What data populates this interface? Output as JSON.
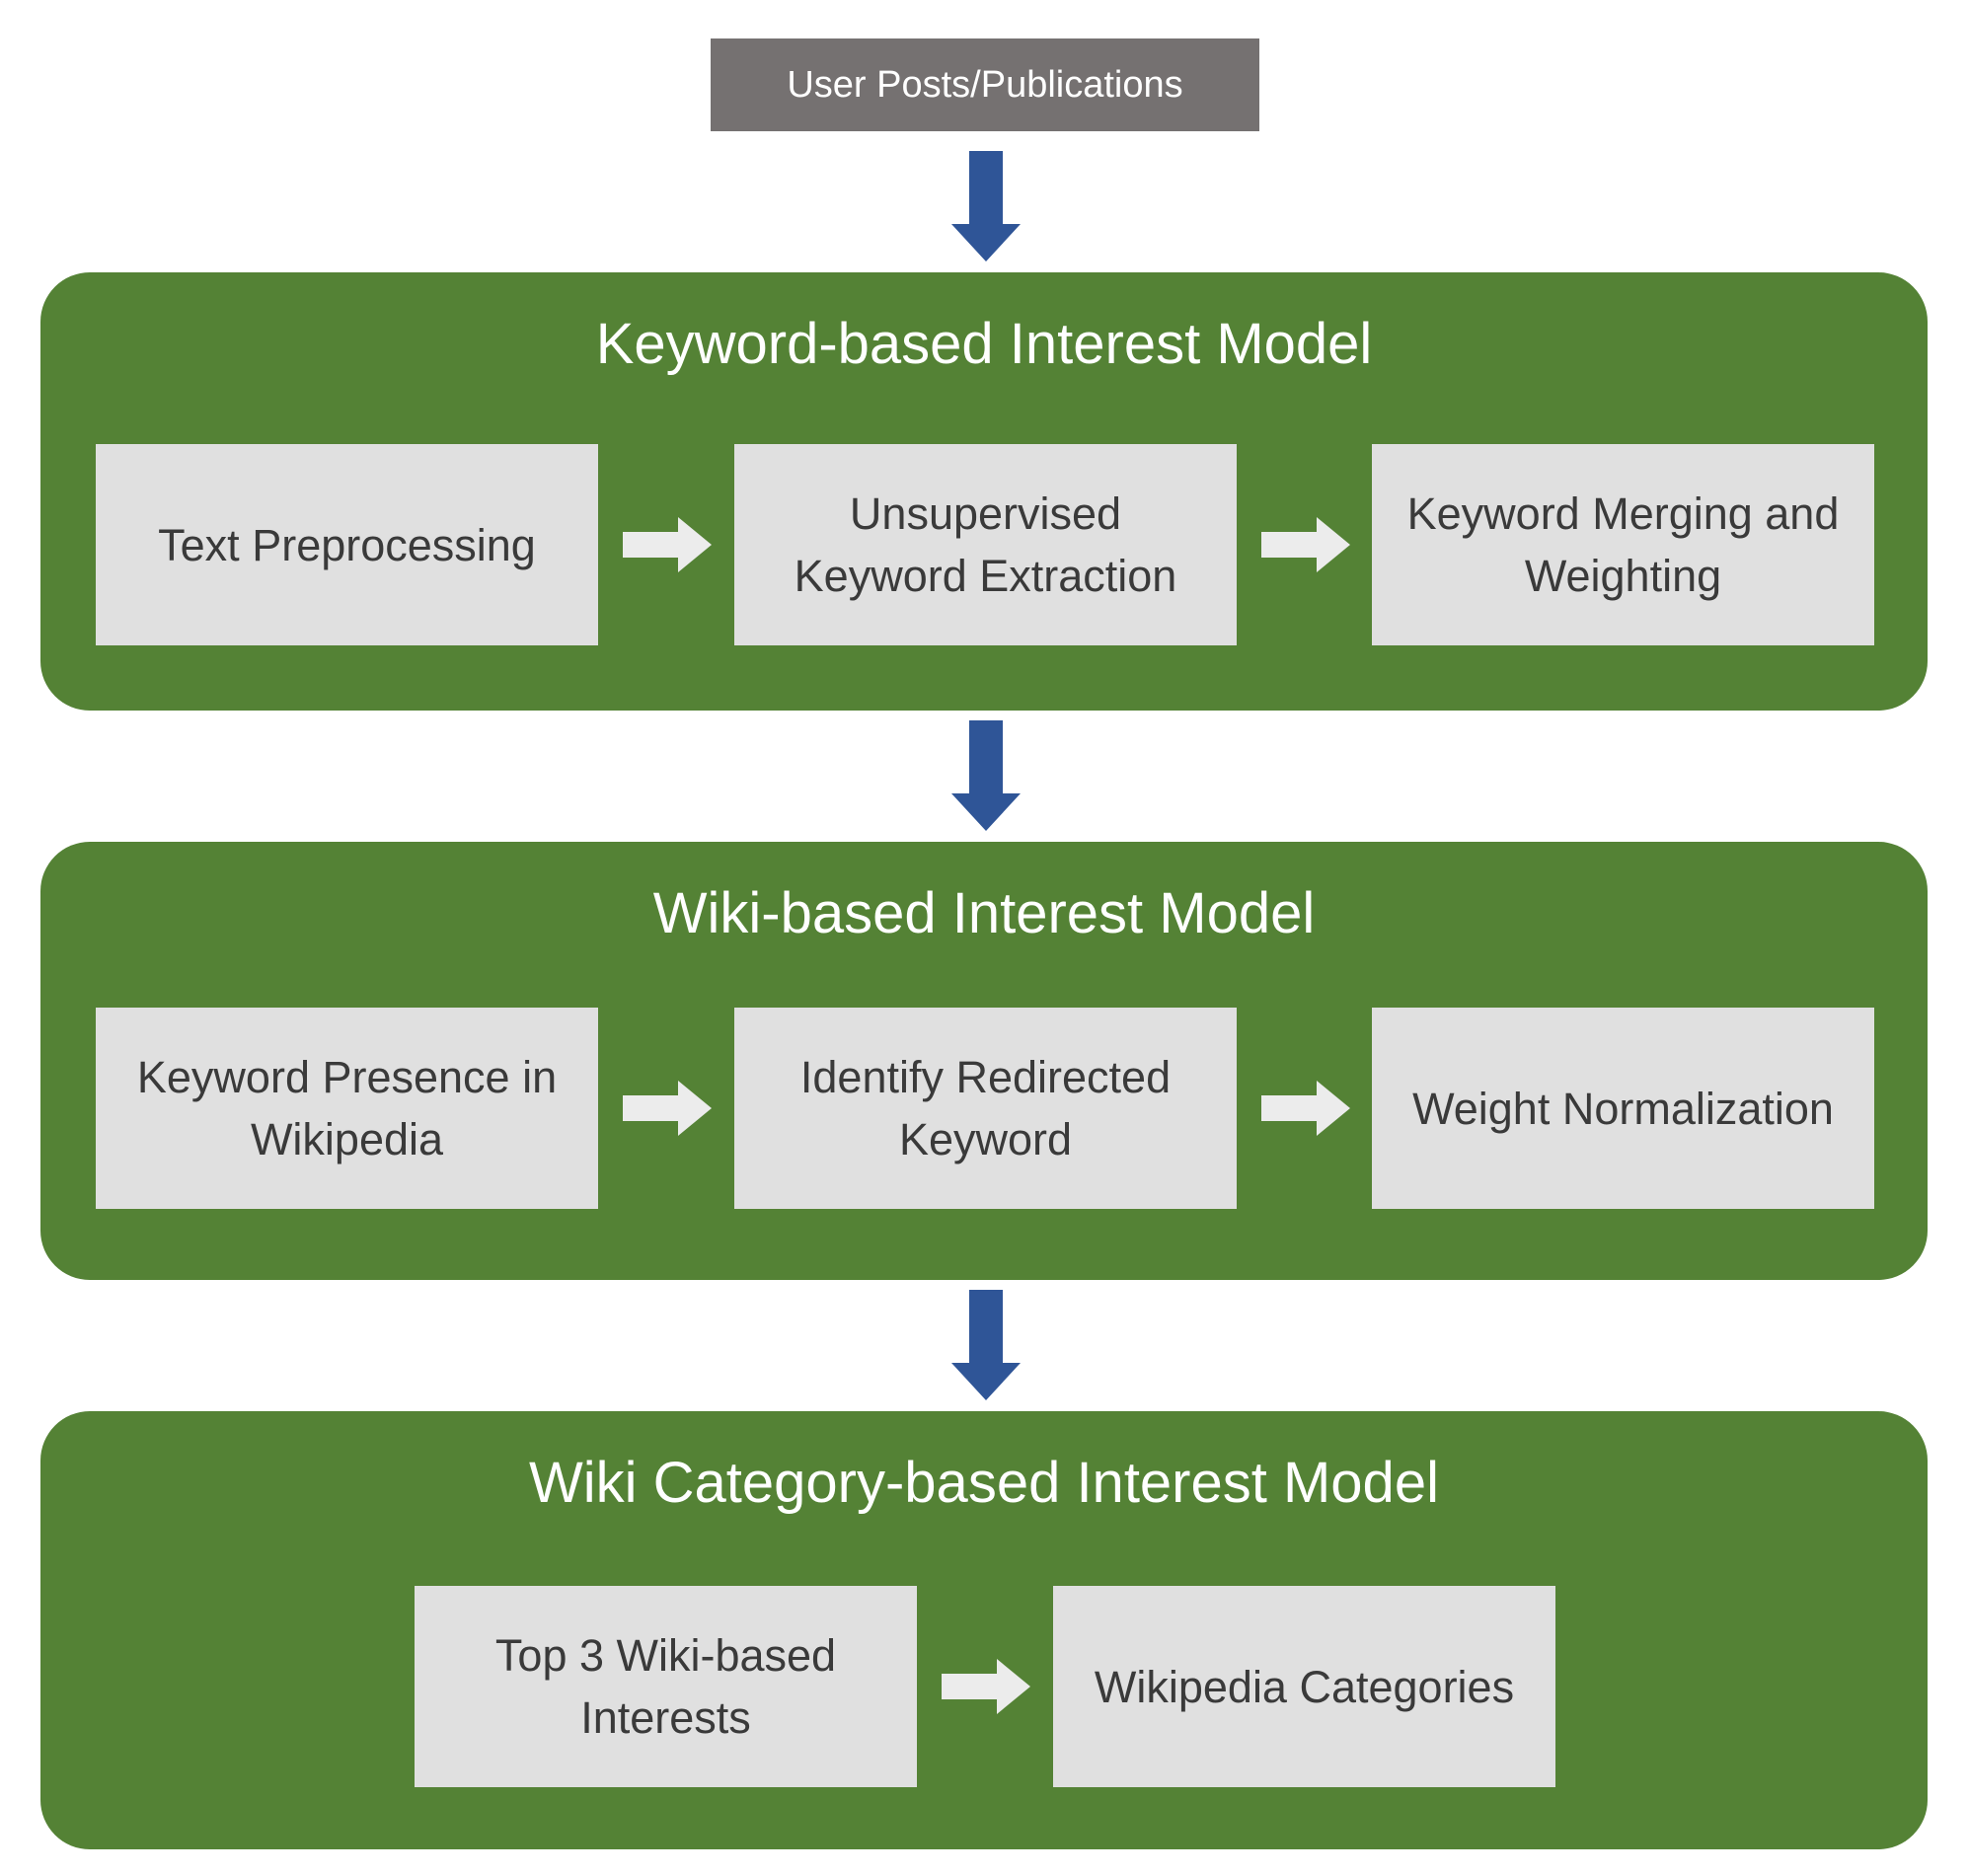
{
  "source": {
    "label": "User Posts/Publications"
  },
  "colors": {
    "panel_green": "#548235",
    "source_gray": "#757171",
    "step_gray": "#e0e0e0",
    "down_arrow_blue": "#2f5597",
    "right_arrow_gray": "#ececec"
  },
  "panels": [
    {
      "title": "Keyword-based Interest Model",
      "steps": [
        "Text Preprocessing",
        "Unsupervised Keyword Extraction",
        "Keyword Merging and Weighting"
      ]
    },
    {
      "title": "Wiki-based Interest Model",
      "steps": [
        "Keyword Presence in Wikipedia",
        "Identify Redirected Keyword",
        "Weight Normalization"
      ]
    },
    {
      "title": "Wiki Category-based Interest Model",
      "steps": [
        "Top 3 Wiki-based Interests",
        "Wikipedia Categories"
      ]
    }
  ]
}
